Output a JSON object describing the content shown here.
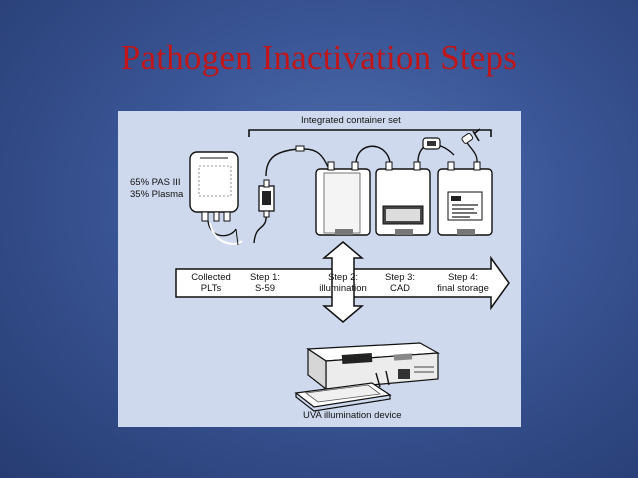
{
  "slide": {
    "title": "Pathogen Inactivation Steps"
  },
  "diagram": {
    "container_set_label": "Integrated container set",
    "bag_contents": [
      "65% PAS III",
      "35% Plasma"
    ],
    "steps": [
      {
        "line1": "Collected",
        "line2": "PLTs"
      },
      {
        "line1": "Step 1:",
        "line2": "S-59"
      },
      {
        "line1": "Step 2:",
        "line2": "illumination"
      },
      {
        "line1": "Step 3:",
        "line2": "CAD"
      },
      {
        "line1": "Step 4:",
        "line2": "final storage"
      }
    ],
    "device_label": "UVA illumination device"
  }
}
